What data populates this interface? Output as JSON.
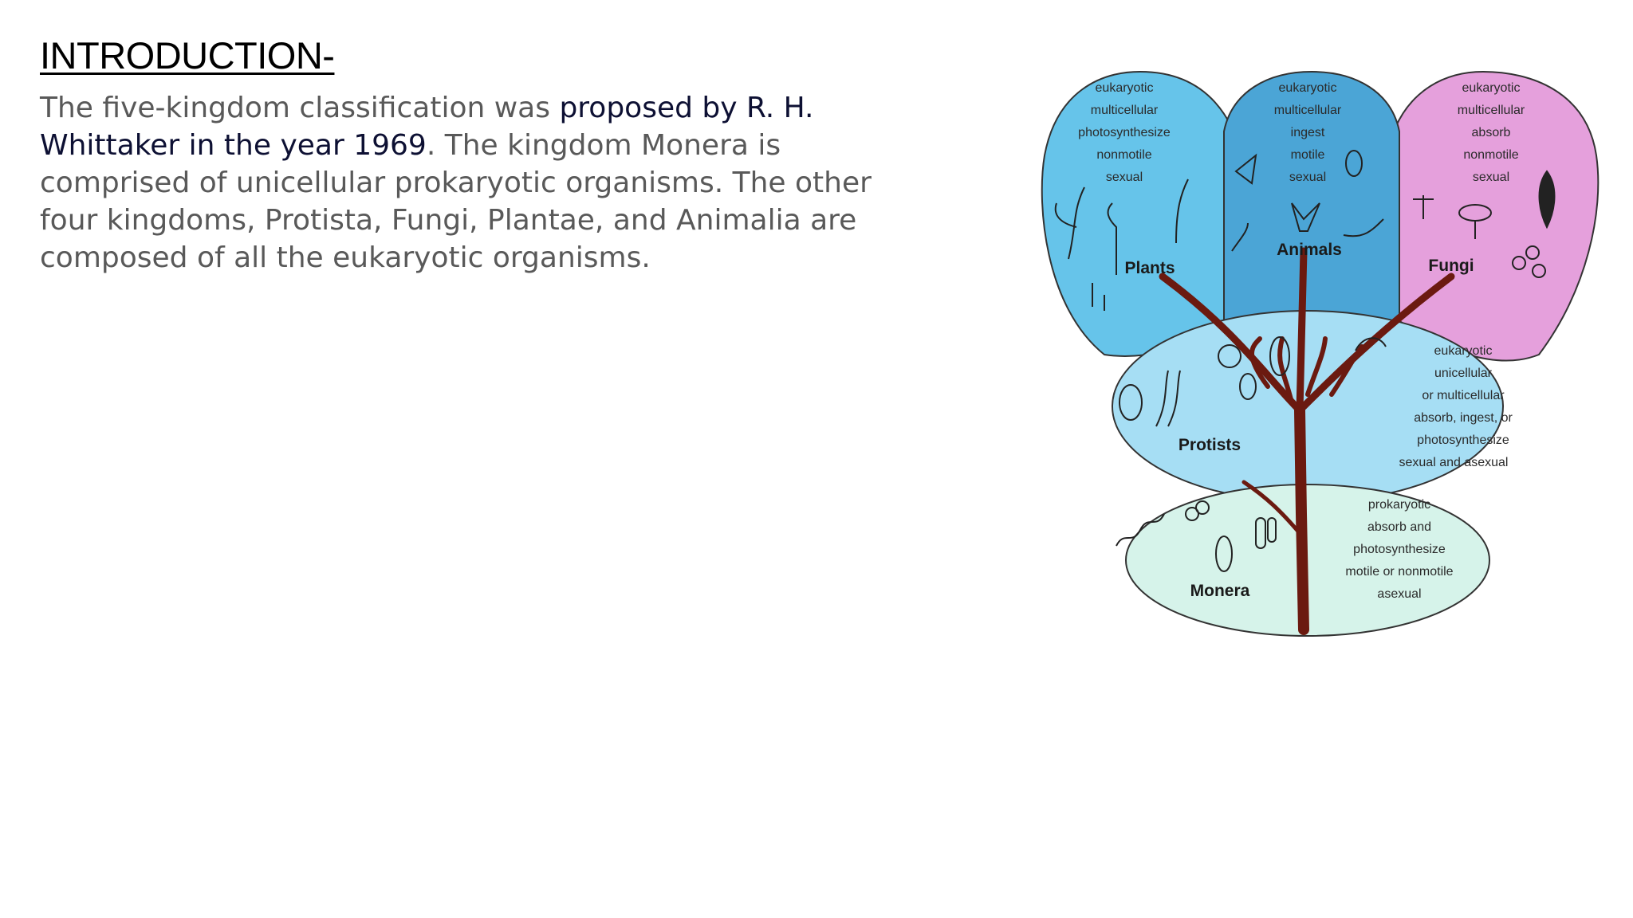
{
  "slide": {
    "title": "INTRODUCTION-",
    "paragraph": {
      "part1": "The five-kingdom classification was ",
      "part2": "proposed by R. H. Whittaker in the year 1969",
      "part3": ". The kingdom Monera is comprised of unicellular prokaryotic organisms. The other four kingdoms, Protista, Fungi, Plantae, and Animalia are composed of all the eukaryotic organisms."
    }
  },
  "figure": {
    "plants": {
      "name": "Plants",
      "traits": [
        "eukaryotic",
        "multicellular",
        "photosynthesize",
        "nonmotile",
        "sexual"
      ]
    },
    "animals": {
      "name": "Animals",
      "traits": [
        "eukaryotic",
        "multicellular",
        "ingest",
        "motile",
        "sexual"
      ]
    },
    "fungi": {
      "name": "Fungi",
      "traits": [
        "eukaryotic",
        "multicellular",
        "absorb",
        "nonmotile",
        "sexual"
      ]
    },
    "protists": {
      "name": "Protists",
      "traits": [
        "eukaryotic",
        "unicellular",
        "or multicellular",
        "absorb, ingest, or",
        "photosynthesize",
        "sexual and asexual"
      ]
    },
    "monera": {
      "name": "Monera",
      "traits": [
        "prokaryotic",
        "absorb and",
        "photosynthesize",
        "motile or nonmotile",
        "asexual"
      ]
    },
    "colors": {
      "plants": "#66c4ea",
      "animals": "#4ba5d6",
      "fungi": "#e5a0dc",
      "protists": "#a6def4",
      "monera": "#d6f3ea",
      "trunk": "#6b1a10"
    }
  }
}
